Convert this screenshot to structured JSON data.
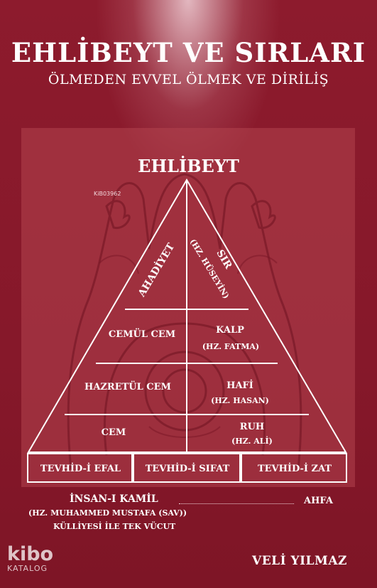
{
  "cover": {
    "title": "EHLİBEYT VE SIRLARI",
    "subtitle": "ÖLMEDEN EVVEL ÖLMEK VE DİRİLİŞ",
    "catalog_code": "KiB03962",
    "author": "VELİ YILMAZ"
  },
  "diagram": {
    "heading": "EHLİBEYT",
    "apex_left": "AHADİYET",
    "apex_right_title": "SIR",
    "apex_right_sub": "(HZ. HÜSEYİN)",
    "rows": [
      {
        "left": "CEMÜL CEM",
        "right": "KALP",
        "right_sub": "(HZ. FATMA)"
      },
      {
        "left": "HAZRETÜL CEM",
        "right": "HAFİ",
        "right_sub": "(HZ. HASAN)"
      },
      {
        "left": "CEM",
        "right": "RUH",
        "right_sub": "(HZ. ALİ)"
      }
    ],
    "base_boxes": [
      "TEVHİD-İ EFAL",
      "TEVHİD-İ SIFAT",
      "TEVHİD-İ ZAT"
    ],
    "insan_kamil": "İNSAN-I KAMİL",
    "ahfa": "AHFA",
    "insan_line2": "(HZ. MUHAMMED MUSTAFA (SAV))",
    "insan_line3": "KÜLLİYESİ İLE TEK VÜCUT"
  },
  "logo": {
    "main": "kibo",
    "sub": "KATALOG"
  },
  "colors": {
    "background": "#8a1a2b",
    "panel": "#b2434f",
    "line": "#ffffff"
  }
}
